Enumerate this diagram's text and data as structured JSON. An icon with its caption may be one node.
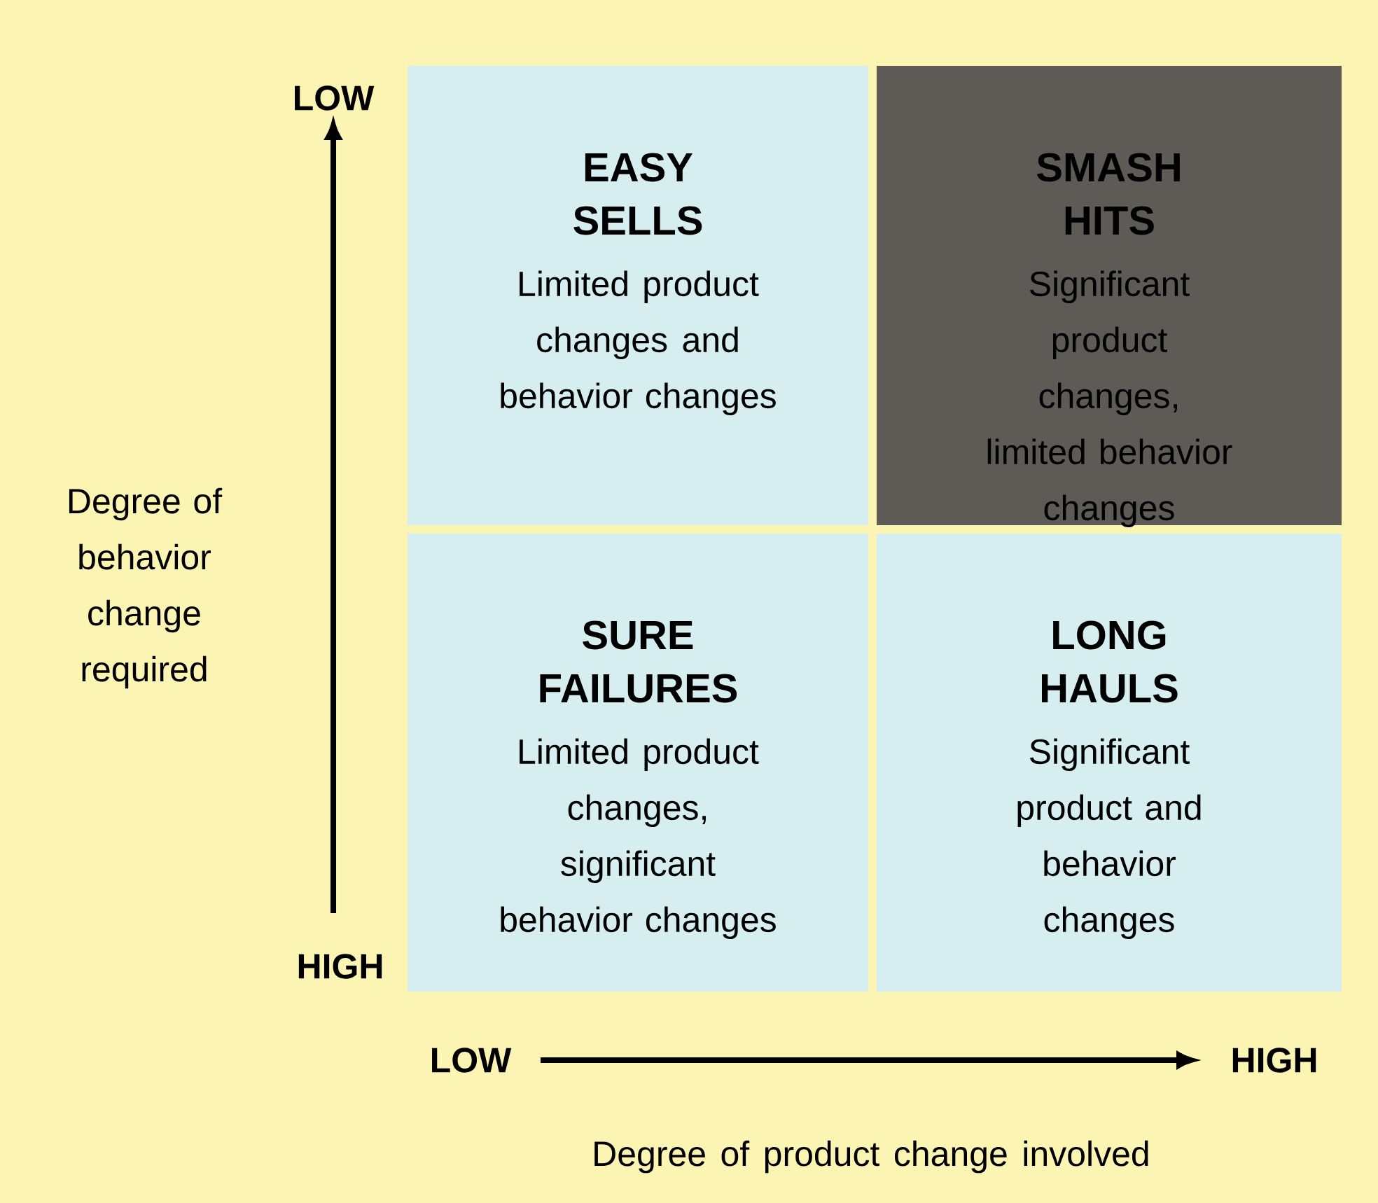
{
  "diagram": {
    "nodes": [
      {
        "text": [
          "EASY SELLS",
          "Limited product changes and behavior changes"
        ]
      },
      {
        "text": [
          "SMASH HITS",
          "Significant product changes, limited behavior changes"
        ]
      },
      {
        "text": [
          "SURE FAILURES",
          "Limited product changes, significant behavior changes"
        ]
      },
      {
        "text": [
          "LONG HAULS",
          "Significant product and behavior changes"
        ]
      }
    ],
    "labels": [
      "LOW",
      "Degree of behavior change required",
      "HIGH",
      "LOW",
      "HIGH",
      "Degree of product change involved"
    ]
  }
}
